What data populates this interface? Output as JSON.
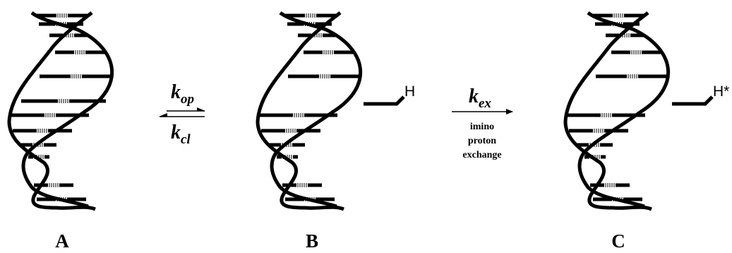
{
  "panels": [
    {
      "id": "A",
      "label": "A",
      "proton_label": ""
    },
    {
      "id": "B",
      "label": "B",
      "proton_label": "H"
    },
    {
      "id": "C",
      "label": "C",
      "proton_label": "H*"
    }
  ],
  "step1": {
    "forward_rate": "k",
    "forward_sub": "op",
    "reverse_rate": "k",
    "reverse_sub": "cl"
  },
  "step2": {
    "rate": "k",
    "rate_sub": "ex",
    "note_line1": "imino",
    "note_line2": "proton",
    "note_line3": "exchange"
  }
}
